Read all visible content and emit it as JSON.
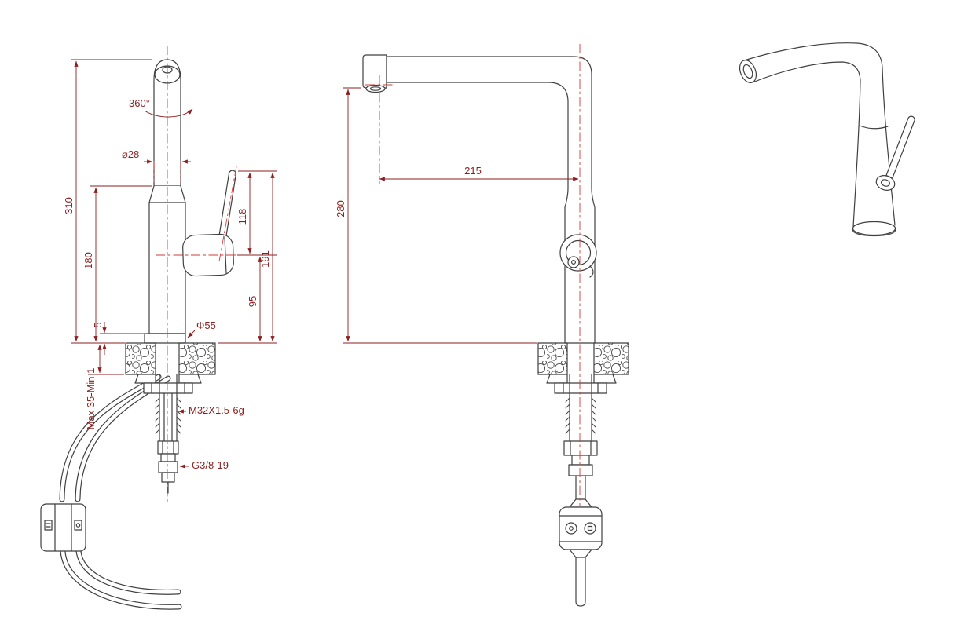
{
  "page": {
    "background": "#ffffff"
  },
  "drawing": {
    "colors": {
      "object_line": "#3f3f3f",
      "dimension": "#8d1f1f",
      "centerline": "#d23b3b"
    },
    "side_view": {
      "rotation": "360°",
      "spout_diameter": "⌀28",
      "total_height": "310",
      "body_height": "180",
      "handle_length": "118",
      "handle_top_height": "191",
      "handle_pivot_height": "95",
      "base_step": "5",
      "base_diameter": "Φ55",
      "deck_thickness": "Max 35-Min 1",
      "mount_thread": "M32X1.5-6g",
      "supply_thread": "G3/8-19"
    },
    "front_view": {
      "spout_reach": "215",
      "spout_height": "280"
    }
  }
}
